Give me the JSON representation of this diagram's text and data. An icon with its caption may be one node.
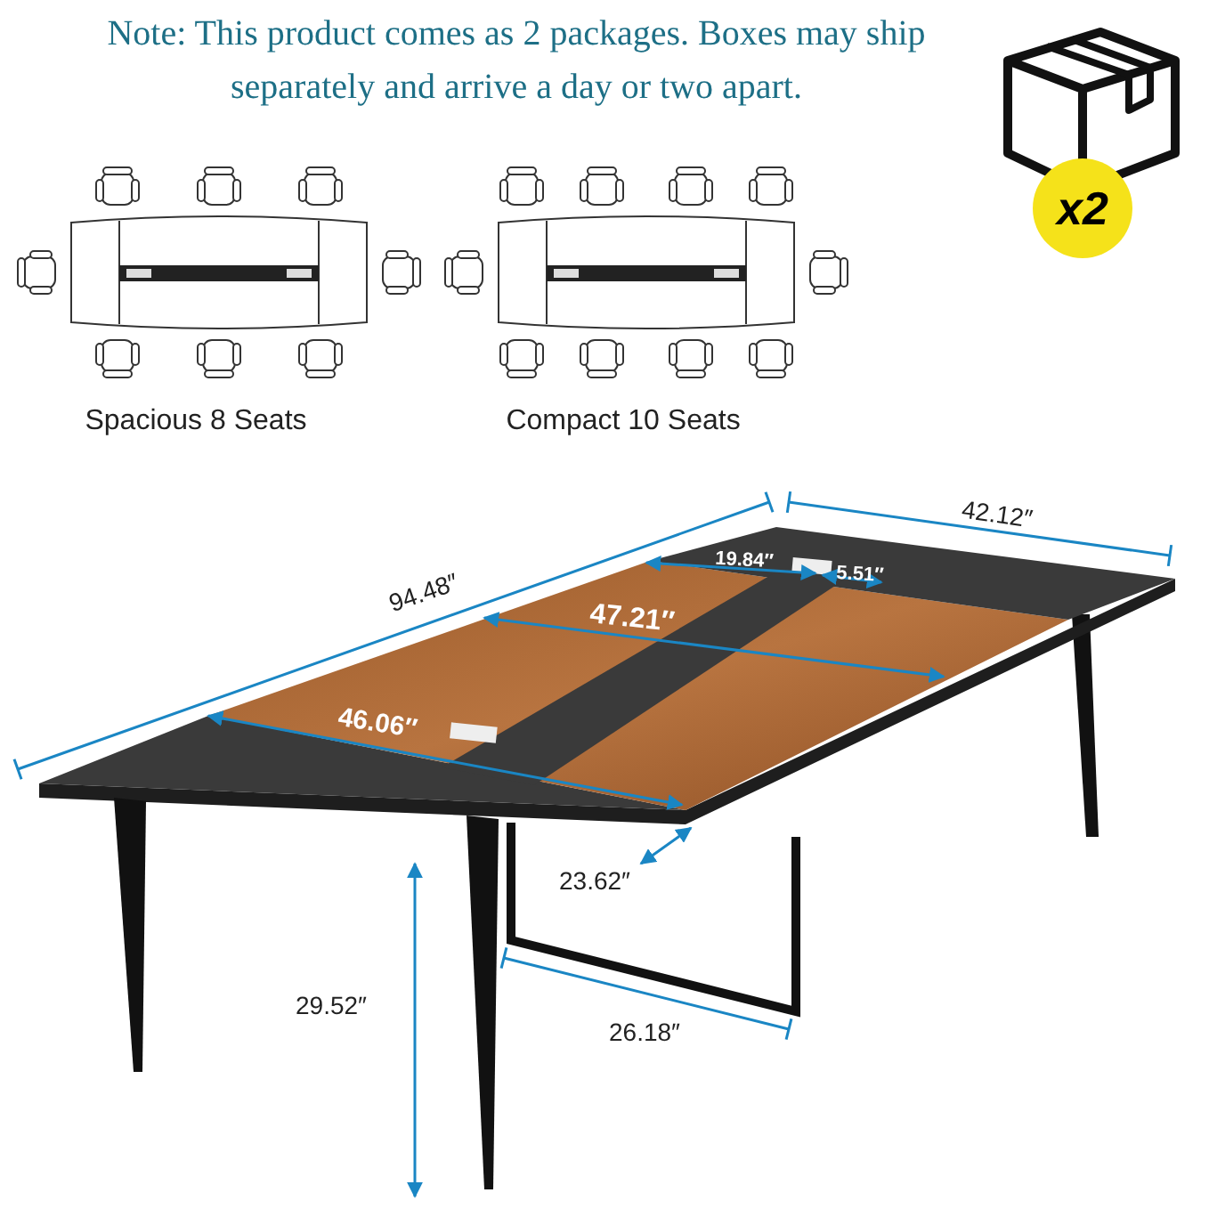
{
  "diagram": {
    "title": "Note: This product comes as  2 packages. Boxes may ship separately and arrive a day or two apart.",
    "labels": [
      "x2",
      "Spacious 8 Seats",
      "Compact 10 Seats",
      "94.48″",
      "42.12″",
      "19.84″",
      "5.51″",
      "47.21″",
      "46.06″",
      "23.62″",
      "26.18″",
      "29.52″"
    ]
  }
}
